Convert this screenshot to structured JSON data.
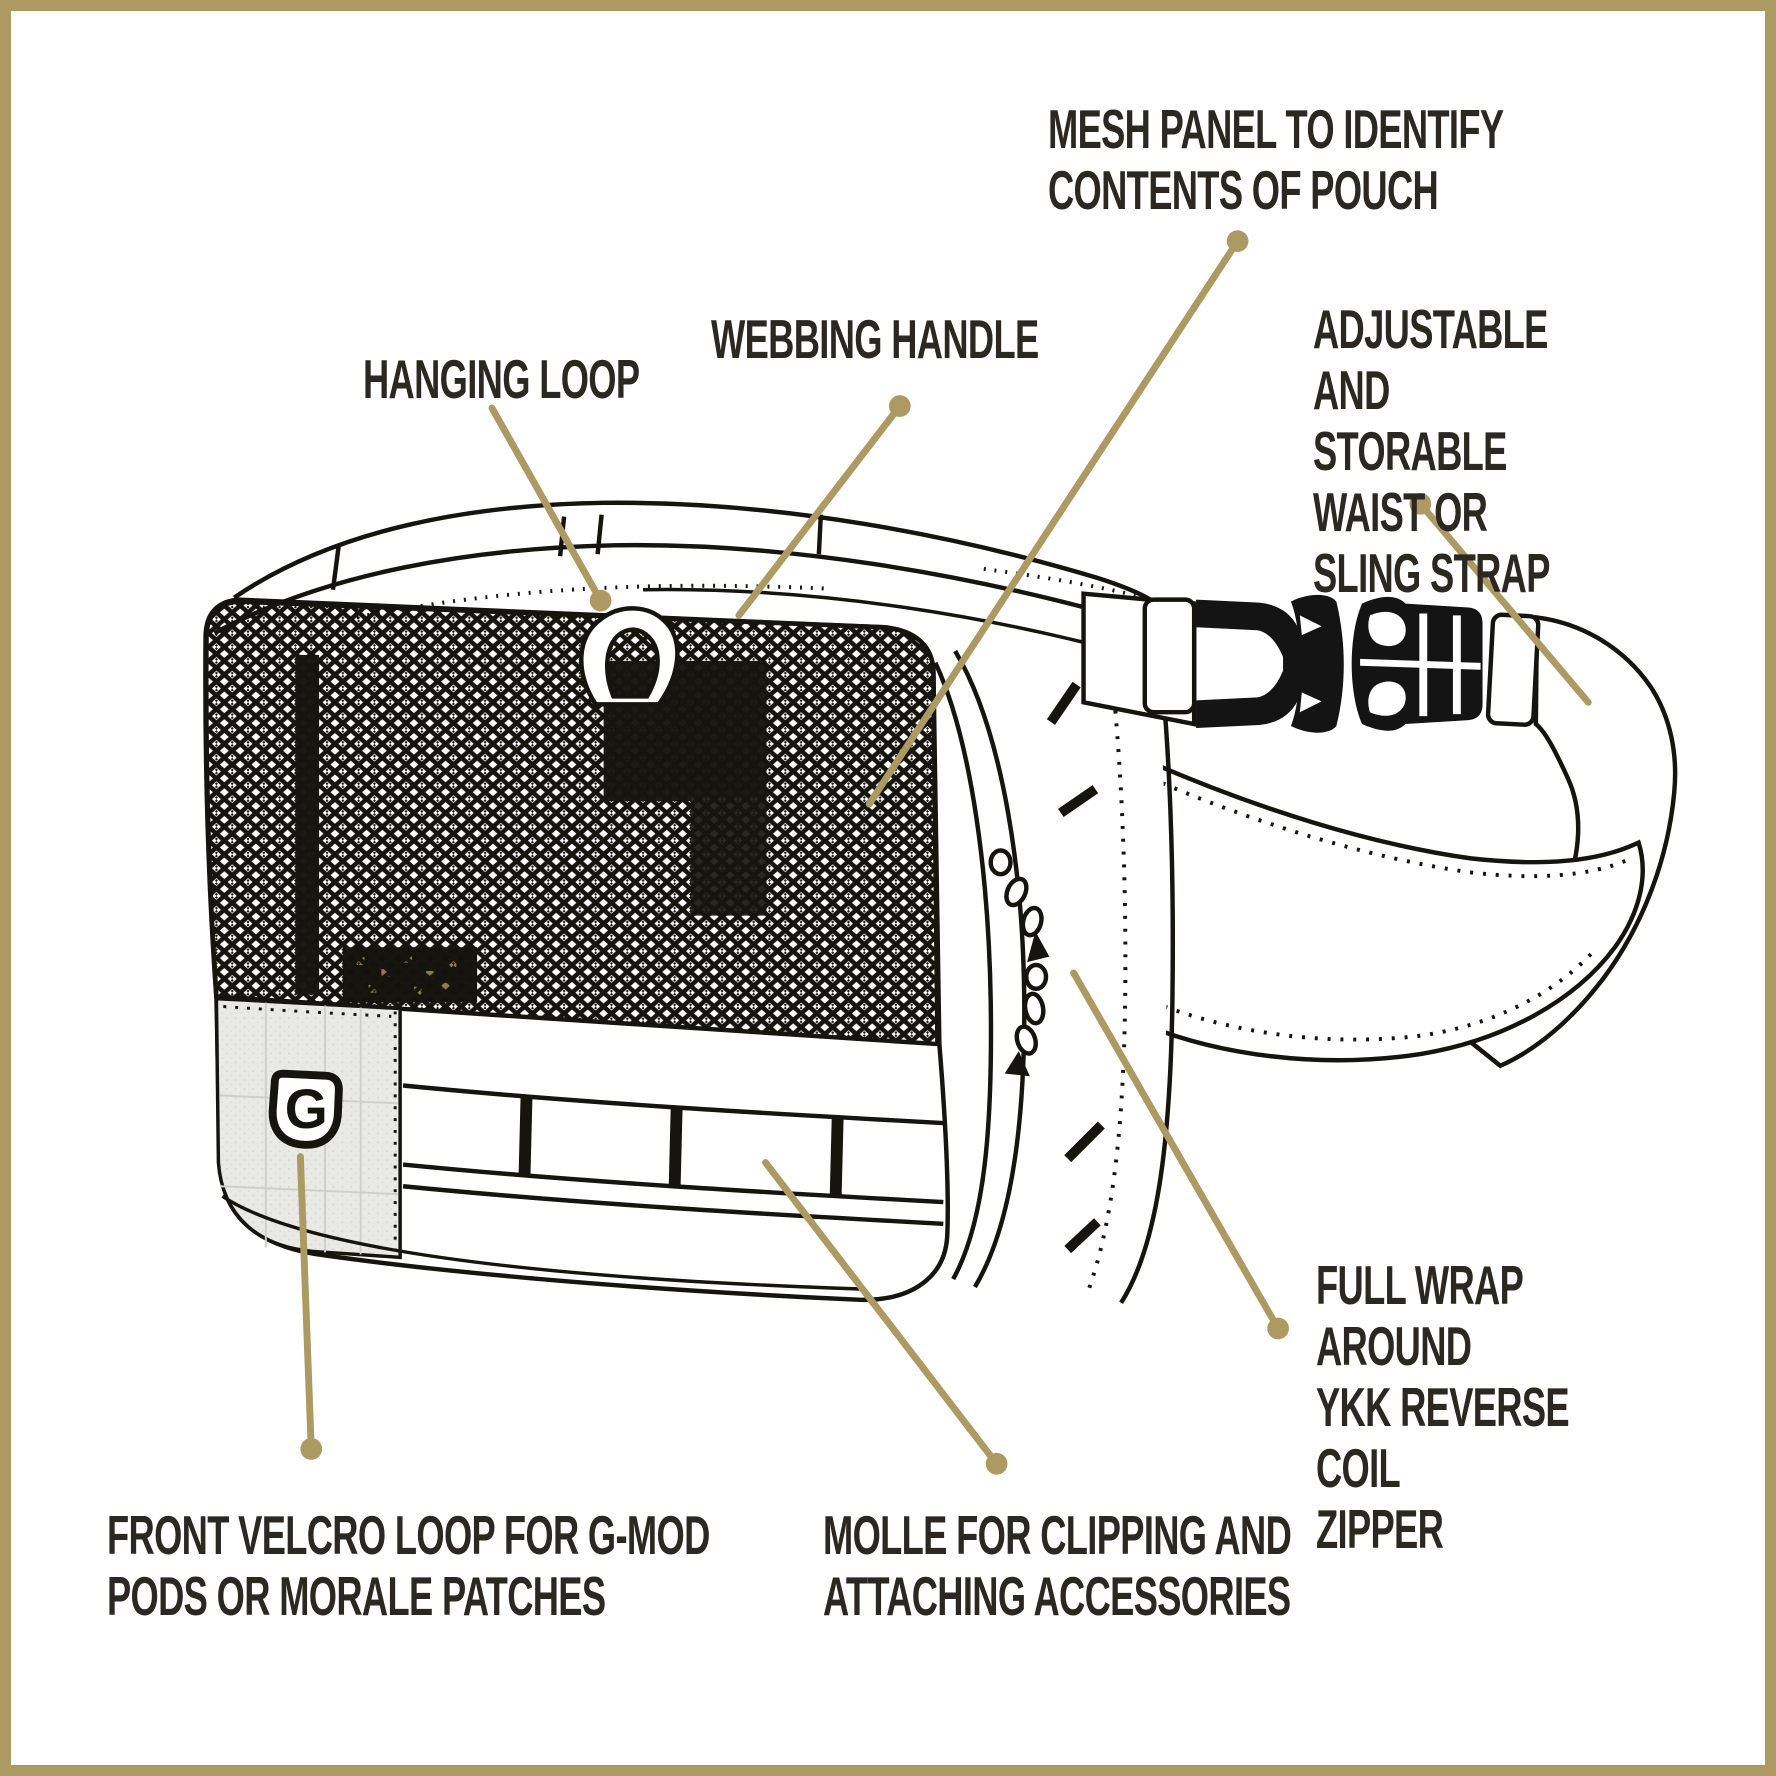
{
  "colors": {
    "accent_gold": "#AC9A62",
    "line_ink": "#16140E",
    "label_ink": "#2B2822",
    "velcro_gray": "#E9E9E6",
    "buckle_black": "#141414"
  },
  "callouts": {
    "mesh_panel": "MESH PANEL TO IDENTIFY\nCONTENTS OF POUCH",
    "webbing_handle": "WEBBING HANDLE",
    "hanging_loop": "HANGING LOOP",
    "strap": "ADJUSTABLE AND\nSTORABLE WAIST OR\nSLING STRAP",
    "zipper": "FULL WRAP AROUND\nYKK REVERSE COIL\nZIPPER",
    "velcro": "FRONT VELCRO LOOP FOR G-MOD\nPODS OR MORALE PATCHES",
    "molle": "MOLLE FOR CLIPPING AND\nATTACHING ACCESSORIES"
  },
  "logo": {
    "letter": "G"
  }
}
